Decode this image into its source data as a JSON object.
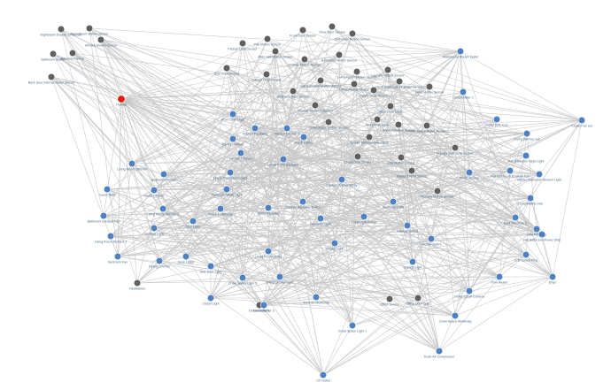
{
  "graph": {
    "colors": {
      "background": "#ffffff",
      "edge": "#c7c7c7",
      "device": "#4f81c2",
      "sensor": "#5f5f5f",
      "hub": "#e8190e",
      "label": "#4a6a8a"
    },
    "nodes": [
      {
        "id": "hub",
        "label": "Hubitat",
        "kind": "hub"
      },
      {
        "id": "n1",
        "label": "Nightstand Drawer 2/t Sensor",
        "kind": "sensor"
      },
      {
        "id": "n2",
        "label": "Back Room Motion Sensor",
        "kind": "sensor"
      },
      {
        "id": "n3",
        "label": "Kitchen Motion Sensor",
        "kind": "sensor"
      },
      {
        "id": "n4",
        "label": "Basement Sump",
        "kind": "sensor"
      },
      {
        "id": "n5",
        "label": "Bathroom Button",
        "kind": "sensor"
      },
      {
        "id": "n6",
        "label": "Back Door Internal Beam Sensor",
        "kind": "sensor"
      },
      {
        "id": "n7",
        "label": "Hall Motion Sensor",
        "kind": "sensor"
      },
      {
        "id": "n8",
        "label": "Kitchen Door Sensor",
        "kind": "sensor"
      },
      {
        "id": "n9",
        "label": "Shoe Door Sensor",
        "kind": "sensor"
      },
      {
        "id": "n10",
        "label": "Bathroom Motion Sensor",
        "kind": "sensor"
      },
      {
        "id": "n11",
        "label": "Main Hall Motion Sensor",
        "kind": "sensor"
      },
      {
        "id": "n12",
        "label": "Front Door Sensor",
        "kind": "sensor"
      },
      {
        "id": "n13",
        "label": "Basement Motion Sensor",
        "kind": "sensor"
      },
      {
        "id": "n14",
        "label": "Side Door Sensor",
        "kind": "sensor"
      },
      {
        "id": "n15",
        "label": "Garage Door Sensor",
        "kind": "sensor"
      },
      {
        "id": "n16",
        "label": "Garage Motion Sensor",
        "kind": "sensor"
      },
      {
        "id": "n17",
        "label": "Living Room Motion Sensor",
        "kind": "sensor"
      },
      {
        "id": "n18",
        "label": "Laundry Motion Sensor",
        "kind": "sensor"
      },
      {
        "id": "n19",
        "label": "Hall Bathroom Motion Sensor",
        "kind": "sensor"
      },
      {
        "id": "n20",
        "label": "Office Motion Sensor",
        "kind": "sensor"
      },
      {
        "id": "n21",
        "label": "Pantry Door Sensor",
        "kind": "sensor"
      },
      {
        "id": "n22",
        "label": "Bedroom Door Sensor",
        "kind": "sensor"
      },
      {
        "id": "n23",
        "label": "Back Door Exterior Beam Sensor",
        "kind": "sensor"
      },
      {
        "id": "n24",
        "label": "Front Motion Sensor",
        "kind": "sensor"
      },
      {
        "id": "n25",
        "label": "Washer Vibration Sensor",
        "kind": "sensor"
      },
      {
        "id": "n26",
        "label": "Back Door Lock",
        "kind": "sensor"
      },
      {
        "id": "n27",
        "label": "Front Door Lock",
        "kind": "sensor"
      },
      {
        "id": "n28",
        "label": "Dryer Vibration Sensor",
        "kind": "sensor"
      },
      {
        "id": "n29",
        "label": "Crawl Space Water Sensor",
        "kind": "sensor"
      },
      {
        "id": "n30",
        "label": "Crawl Space Motion Sensor",
        "kind": "sensor"
      },
      {
        "id": "n31",
        "label": "Smoke Detector Basement",
        "kind": "sensor"
      },
      {
        "id": "n32",
        "label": "Closet Door Sensor",
        "kind": "sensor"
      },
      {
        "id": "n33",
        "label": "Attic Motion Sensor",
        "kind": "sensor"
      },
      {
        "id": "n34",
        "label": "Garage Side Door Sensor",
        "kind": "sensor"
      },
      {
        "id": "n35",
        "label": "Master Closet Sensor",
        "kind": "sensor"
      },
      {
        "id": "n36",
        "label": "Nursery Motion Sensor",
        "kind": "sensor"
      },
      {
        "id": "n37",
        "label": "Heatwaves",
        "kind": "sensor"
      },
      {
        "id": "n38",
        "label": "Dehumidifier 1",
        "kind": "sensor"
      },
      {
        "id": "n39",
        "label": "Office Door Lock",
        "kind": "sensor"
      },
      {
        "id": "n40",
        "label": "Office Sensor",
        "kind": "sensor"
      },
      {
        "id": "d1",
        "label": "Warehouse Router Outlet",
        "kind": "device"
      },
      {
        "id": "d2",
        "label": "Dehumidifier 2",
        "kind": "device"
      },
      {
        "id": "d3",
        "label": "Outlet Side Curr",
        "kind": "device"
      },
      {
        "id": "d4",
        "label": "Closet Fan out",
        "kind": "device"
      },
      {
        "id": "d5",
        "label": "Living Dimmer out",
        "kind": "device"
      },
      {
        "id": "d6",
        "label": "Hall Bathroom Night Light",
        "kind": "device"
      },
      {
        "id": "d7",
        "label": "Hall Bathroom Exhaust Fan",
        "kind": "device"
      },
      {
        "id": "d8",
        "label": "Master Bathroom Shower Light",
        "kind": "device"
      },
      {
        "id": "d9",
        "label": "Dehumidifier Hub",
        "kind": "device"
      },
      {
        "id": "d10",
        "label": "Back Porch Strip",
        "kind": "device"
      },
      {
        "id": "d11",
        "label": "Lilia Pet Plug",
        "kind": "device"
      },
      {
        "id": "d12",
        "label": "Hall Bathroom Power Strip",
        "kind": "device"
      },
      {
        "id": "d13",
        "label": "Crib Sound Plug",
        "kind": "device"
      },
      {
        "id": "d14",
        "label": "Dryer",
        "kind": "device"
      },
      {
        "id": "d15",
        "label": "Pool Heater",
        "kind": "device"
      },
      {
        "id": "d16",
        "label": "Outlet Cutoff Camera",
        "kind": "device"
      },
      {
        "id": "d17",
        "label": "Crawl Space Multirelay",
        "kind": "device"
      },
      {
        "id": "d18",
        "label": "Drain Air Compressor",
        "kind": "device"
      },
      {
        "id": "d19",
        "label": "Crawl Space Light 1",
        "kind": "device"
      },
      {
        "id": "d20",
        "label": "UV Outlet",
        "kind": "device"
      },
      {
        "id": "d21",
        "label": "Dehumidifier 3",
        "kind": "device"
      },
      {
        "id": "d22",
        "label": "Zone 52 Multirelay",
        "kind": "device"
      },
      {
        "id": "d23",
        "label": "Closet Light",
        "kind": "device"
      },
      {
        "id": "d24",
        "label": "Crawl Space Light 3",
        "kind": "device"
      },
      {
        "id": "d25",
        "label": "Side Door Light",
        "kind": "device"
      },
      {
        "id": "d26",
        "label": "Pantry Dimmer",
        "kind": "device"
      },
      {
        "id": "d27",
        "label": "Porch Lights",
        "kind": "device"
      },
      {
        "id": "d28",
        "label": "Bedroom Fan",
        "kind": "device"
      },
      {
        "id": "d29",
        "label": "Living Room Dimmer 3",
        "kind": "device"
      },
      {
        "id": "d30",
        "label": "Bathroom Exhaust Fan",
        "kind": "device"
      },
      {
        "id": "d31",
        "label": "Guest Bath",
        "kind": "device"
      },
      {
        "id": "d32",
        "label": "Guest Dimmer",
        "kind": "device"
      },
      {
        "id": "d33",
        "label": "Living Room Dimmer",
        "kind": "device"
      },
      {
        "id": "d34",
        "label": "Bedroom Dimmer",
        "kind": "device"
      },
      {
        "id": "d35",
        "label": "Living Room Dimmer 2",
        "kind": "device"
      },
      {
        "id": "d36",
        "label": "Hallway Light",
        "kind": "device"
      },
      {
        "id": "d37",
        "label": "Dining Dimmer",
        "kind": "device"
      },
      {
        "id": "d38",
        "label": "Bed Light",
        "kind": "device"
      },
      {
        "id": "d39",
        "label": "Kitchen Dimmer",
        "kind": "device"
      },
      {
        "id": "d40",
        "label": "Kitchen Pendants",
        "kind": "device"
      },
      {
        "id": "d41",
        "label": "Front Door Light",
        "kind": "device"
      },
      {
        "id": "d42",
        "label": "Linear Front Porch Light",
        "kind": "device"
      },
      {
        "id": "d43",
        "label": "Bathroom Vanity Light",
        "kind": "device"
      },
      {
        "id": "d44",
        "label": "Linear Front Repeater",
        "kind": "device"
      },
      {
        "id": "d45",
        "label": "Kitchen Dimmer 2",
        "kind": "device"
      },
      {
        "id": "d46",
        "label": "Porch MultiRelay",
        "kind": "device"
      },
      {
        "id": "d47",
        "label": "Outlet Repeater",
        "kind": "device"
      },
      {
        "id": "d48",
        "label": "Outdoor Repeater Switch",
        "kind": "device"
      },
      {
        "id": "d49",
        "label": "Office Sensor Light",
        "kind": "device"
      },
      {
        "id": "d50",
        "label": "Living Room Outlet",
        "kind": "device"
      },
      {
        "id": "d51",
        "label": "Deck Lights",
        "kind": "device"
      },
      {
        "id": "d52",
        "label": "Dining Light",
        "kind": "device"
      },
      {
        "id": "d53",
        "label": "Front Light Switch",
        "kind": "device"
      },
      {
        "id": "d54",
        "label": "Driveway Light",
        "kind": "device"
      },
      {
        "id": "d55",
        "label": "Garage Light",
        "kind": "device"
      },
      {
        "id": "d56",
        "label": "Kitchen Switch",
        "kind": "device"
      },
      {
        "id": "d57",
        "label": "Bedroom Light",
        "kind": "device"
      },
      {
        "id": "d58",
        "label": "Porch Sconce",
        "kind": "device"
      },
      {
        "id": "d59",
        "label": "Hallway Switch",
        "kind": "device"
      },
      {
        "id": "d60",
        "label": "Garage Opener Relay",
        "kind": "device"
      }
    ]
  }
}
